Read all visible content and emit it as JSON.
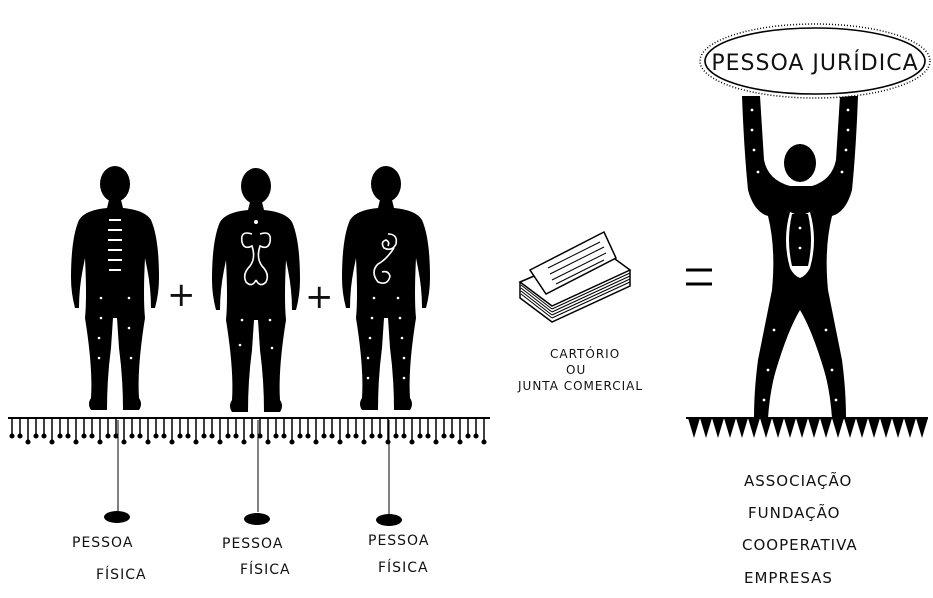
{
  "persons": [
    {
      "label_line1": "PESSOA",
      "label_line2": "FÍSICA"
    },
    {
      "label_line1": "PESSOA",
      "label_line2": "FÍSICA"
    },
    {
      "label_line1": "PESSOA",
      "label_line2": "FÍSICA"
    }
  ],
  "operators": {
    "plus": "+",
    "equals": "="
  },
  "registry": {
    "line1": "CARTÓRIO",
    "line2": "OU",
    "line3": "JUNTA COMERCIAL"
  },
  "entity": {
    "title": "PESSOA JURÍDICA",
    "types": [
      "ASSOCIAÇÃO",
      "FUNDAÇÃO",
      "COOPERATIVA",
      "EMPRESAS"
    ]
  }
}
